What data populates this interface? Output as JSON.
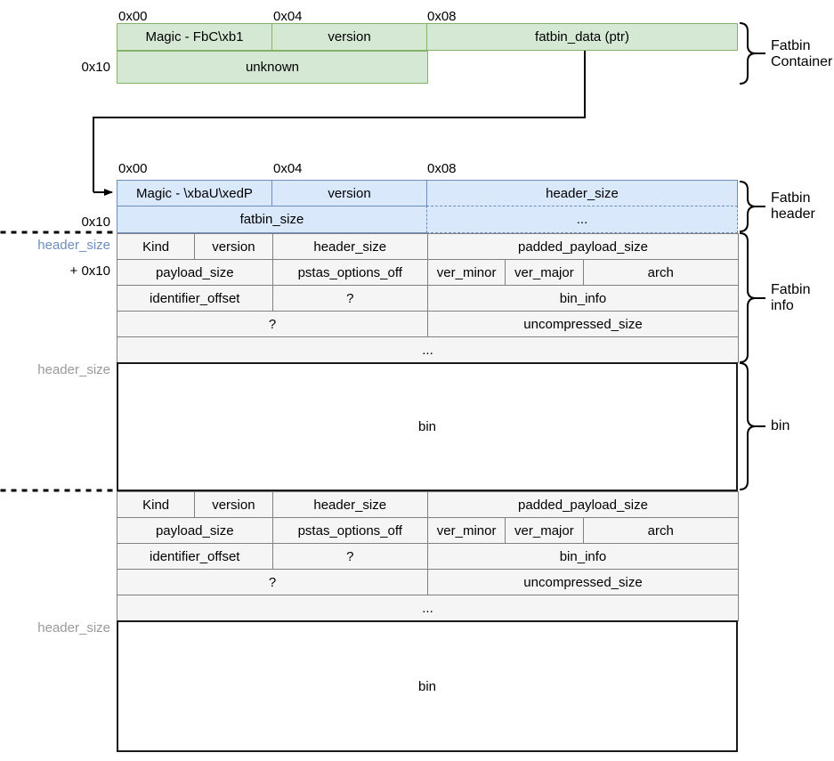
{
  "diagram": {
    "title": "CUDA fatbin binary layout",
    "colors": {
      "container_fill": "#d5e8d4",
      "container_stroke": "#82b366",
      "header_fill": "#dae8fc",
      "header_stroke": "#6c8ebf",
      "info_fill": "#f5f5f5",
      "info_stroke": "#808080",
      "bin_fill": "#ffffff",
      "bin_stroke": "#1a1a1a",
      "label_blue": "#6c8ebf",
      "label_grey": "#999999"
    }
  },
  "container": {
    "offsets": {
      "c0": "0x00",
      "c4": "0x04",
      "c8": "0x08"
    },
    "row_label": "0x10",
    "brace_label": "Fatbin\nContainer",
    "row1": {
      "magic": "Magic - FbC\\xb1",
      "version": "version",
      "fatbin_data": "fatbin_data (ptr)"
    },
    "row2": {
      "unknown": "unknown"
    }
  },
  "header": {
    "offsets": {
      "c0": "0x00",
      "c4": "0x04",
      "c8": "0x08"
    },
    "row_label": "0x10",
    "brace_label": "Fatbin\nheader",
    "row1": {
      "magic": "Magic - \\xbaU\\xedP",
      "version": "version",
      "header_size": "header_size"
    },
    "row2": {
      "fatbin_size": "fatbin_size",
      "ellipsis": "..."
    }
  },
  "info_brace_label": "Fatbin\ninfo",
  "bin_brace_label": "bin",
  "labels": {
    "header_size_blue": "header_size",
    "plus_0x10": "+ 0x10",
    "header_size_grey": "header_size"
  },
  "info_block": {
    "rows": [
      {
        "cells": [
          {
            "text": "Kind",
            "span": 1
          },
          {
            "text": "version",
            "span": 1
          },
          {
            "text": "header_size",
            "span": 2
          },
          {
            "text": "padded_payload_size",
            "span": 4
          }
        ]
      },
      {
        "cells": [
          {
            "text": "payload_size",
            "span": 2
          },
          {
            "text": "pstas_options_off",
            "span": 2
          },
          {
            "text": "ver_minor",
            "span": 1
          },
          {
            "text": "ver_major",
            "span": 1
          },
          {
            "text": "arch",
            "span": 2
          }
        ]
      },
      {
        "cells": [
          {
            "text": "identifier_offset",
            "span": 2
          },
          {
            "text": "?",
            "span": 2
          },
          {
            "text": "bin_info",
            "span": 4
          }
        ]
      },
      {
        "cells": [
          {
            "text": "?",
            "span": 4
          },
          {
            "text": "uncompressed_size",
            "span": 4
          }
        ]
      },
      {
        "cells": [
          {
            "text": "...",
            "span": 8
          }
        ]
      }
    ],
    "bin_text": "bin"
  }
}
